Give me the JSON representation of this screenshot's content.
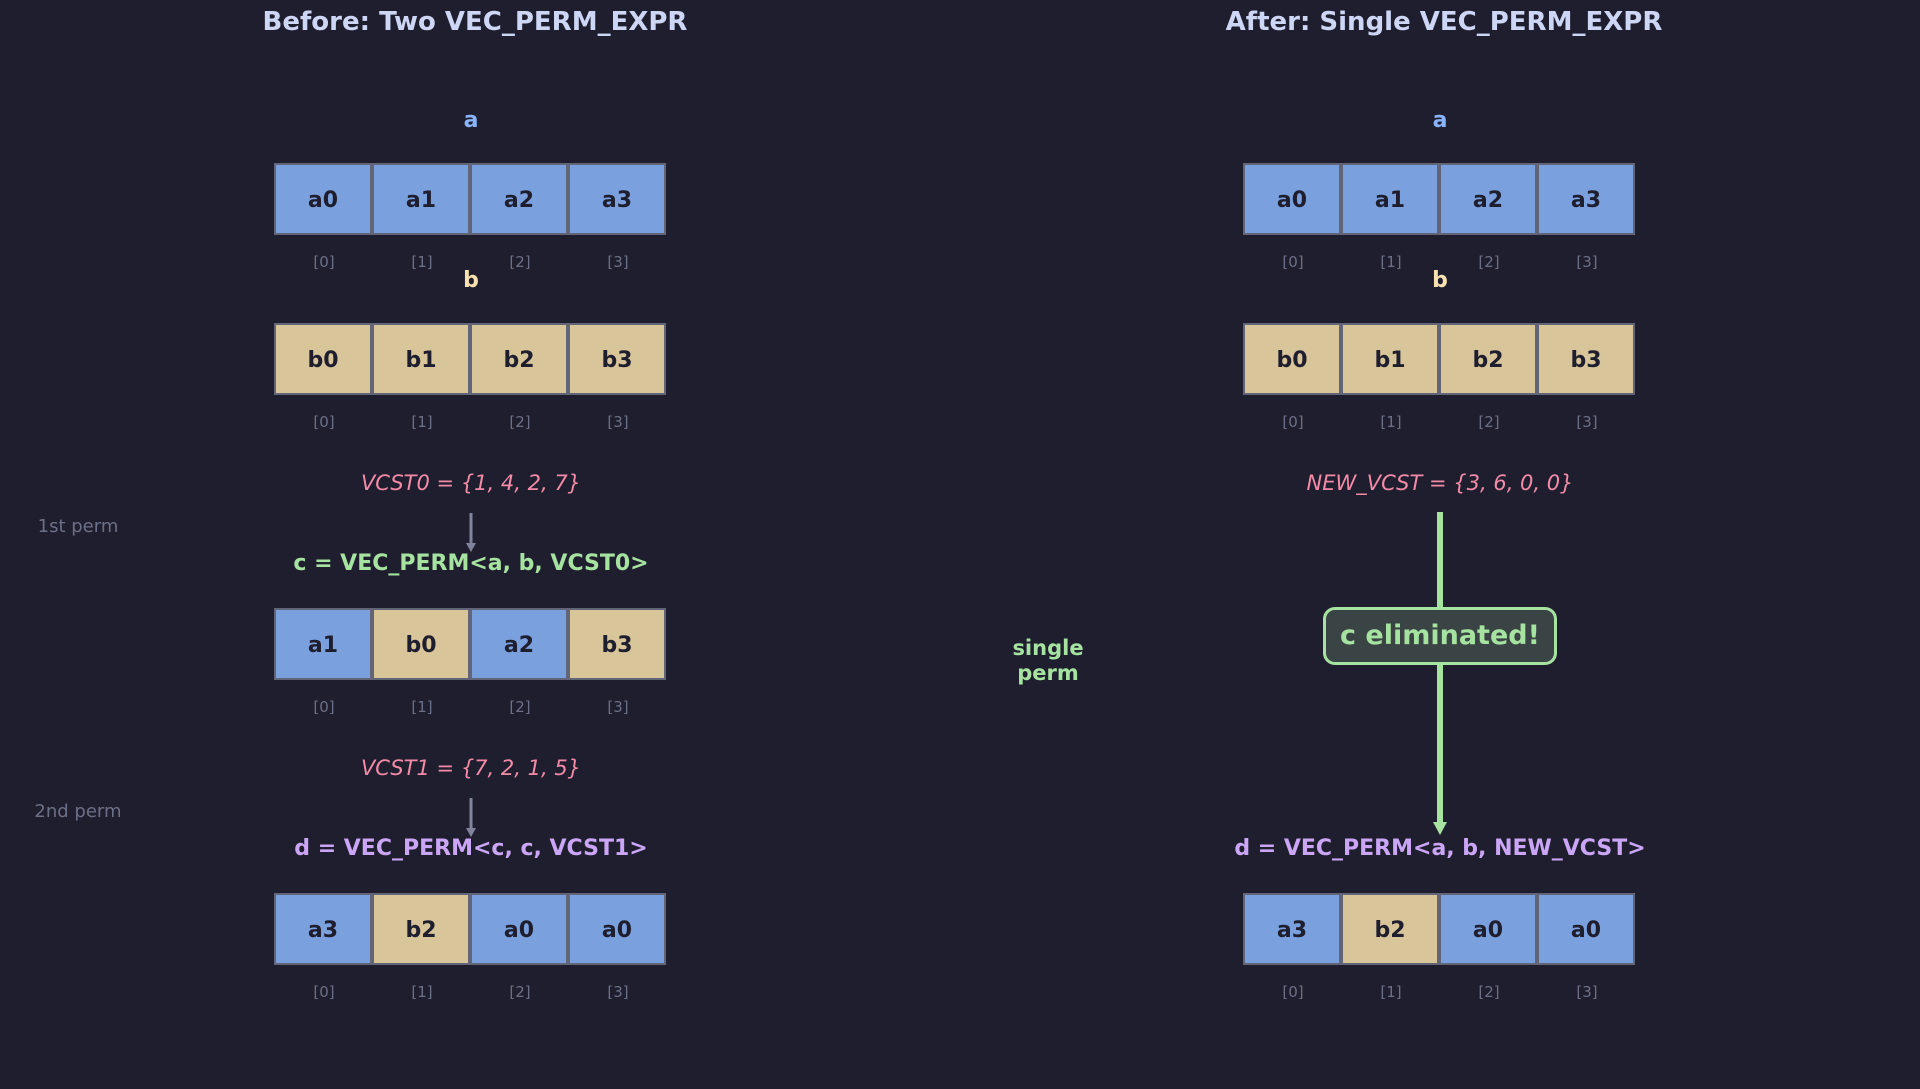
{
  "left": {
    "title": "Before: Two VEC_PERM_EXPR",
    "vec_a": {
      "label": "a",
      "cells": [
        "a0",
        "a1",
        "a2",
        "a3"
      ]
    },
    "vec_b": {
      "label": "b",
      "cells": [
        "b0",
        "b1",
        "b2",
        "b3"
      ]
    },
    "indices": [
      "[0]",
      "[1]",
      "[2]",
      "[3]"
    ],
    "perm1": {
      "side_label": "1st perm",
      "mask": "VCST0 = {1, 4, 2, 7}",
      "expr": "c = VEC_PERM<a, b, VCST0>",
      "cells": [
        "a1",
        "b0",
        "a2",
        "b3"
      ]
    },
    "perm2": {
      "side_label": "2nd perm",
      "mask": "VCST1 = {7, 2, 1, 5}",
      "expr": "d = VEC_PERM<c, c, VCST1>",
      "cells": [
        "a3",
        "b2",
        "a0",
        "a0"
      ]
    }
  },
  "right": {
    "title": "After: Single VEC_PERM_EXPR",
    "vec_a": {
      "label": "a",
      "cells": [
        "a0",
        "a1",
        "a2",
        "a3"
      ]
    },
    "vec_b": {
      "label": "b",
      "cells": [
        "b0",
        "b1",
        "b2",
        "b3"
      ]
    },
    "indices": [
      "[0]",
      "[1]",
      "[2]",
      "[3]"
    ],
    "mask": "NEW_VCST = {3, 6, 0, 0}",
    "badge": "c eliminated!",
    "expr": "d = VEC_PERM<a, b, NEW_VCST>",
    "cells": [
      "a3",
      "b2",
      "a0",
      "a0"
    ]
  },
  "middle": {
    "line1": "single",
    "line2": "perm"
  },
  "colors": {
    "background": "#1f1e2e",
    "a_cell": "#7aa0de",
    "b_cell": "#d9c59a",
    "mask_text": "#f38ba8",
    "green": "#a6e3a1",
    "purple": "#cba6f7",
    "title": "#cdd6f4",
    "muted": "#6c7086"
  }
}
